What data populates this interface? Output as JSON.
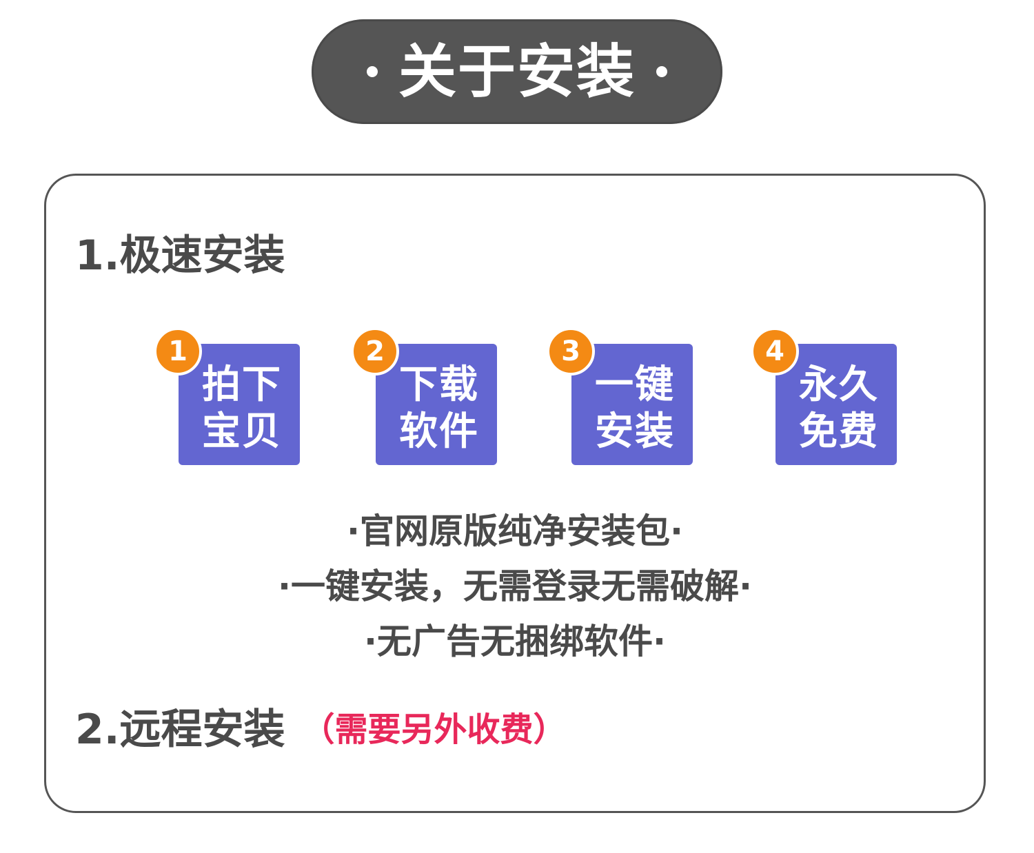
{
  "header": {
    "title": "关于安装"
  },
  "section1": {
    "title": "1.极速安装"
  },
  "steps": [
    {
      "number": "1",
      "line1": "拍下",
      "line2": "宝贝"
    },
    {
      "number": "2",
      "line1": "下载",
      "line2": "软件"
    },
    {
      "number": "3",
      "line1": "一键",
      "line2": "安装"
    },
    {
      "number": "4",
      "line1": "永久",
      "line2": "免费"
    }
  ],
  "features": [
    "·官网原版纯净安装包·",
    "·一键安装，无需登录无需破解·",
    "·无广告无捆绑软件·"
  ],
  "section2": {
    "title": "2.远程安装",
    "note": "（需要另外收费）"
  },
  "colors": {
    "header_bg": "#555555",
    "step_bg": "#6366d1",
    "badge_bg": "#f48a14",
    "note_text": "#e8285a",
    "body_text": "#4a4a4a"
  }
}
